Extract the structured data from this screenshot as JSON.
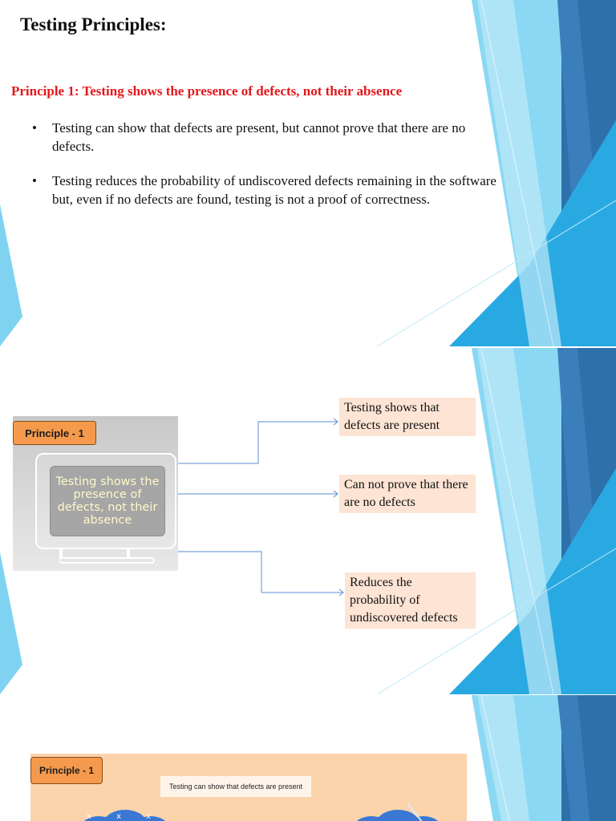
{
  "slides": [
    {
      "title": "Testing Principles:",
      "subtitle": "Principle 1: Testing shows the presence of defects, not their absence",
      "bullets": [
        "Testing can show that defects are present, but cannot prove that there are no defects.",
        "Testing reduces the probability of undiscovered defects remaining in the software but, even if no defects are found, testing is not a proof of correctness."
      ]
    },
    {
      "principle_label": "Principle - 1",
      "screen_text": "Testing shows the presence of defects, not their absence",
      "boxes": [
        "Testing shows that defects are present",
        "Can not prove that there are no defects",
        "Reduces the probability of undiscovered defects"
      ]
    },
    {
      "principle_label": "Principle - 1",
      "caption": "Testing can show that defects are present",
      "marks": "x x x"
    }
  ],
  "colors": {
    "subtitle_red": "#e3171c",
    "accent_dark_blue": "#2d6ea8",
    "accent_light_blue": "#7fd3f1",
    "accent_cyan": "#29a9e1",
    "label_orange": "#f59a4c",
    "box_peach": "#fde4d4"
  }
}
